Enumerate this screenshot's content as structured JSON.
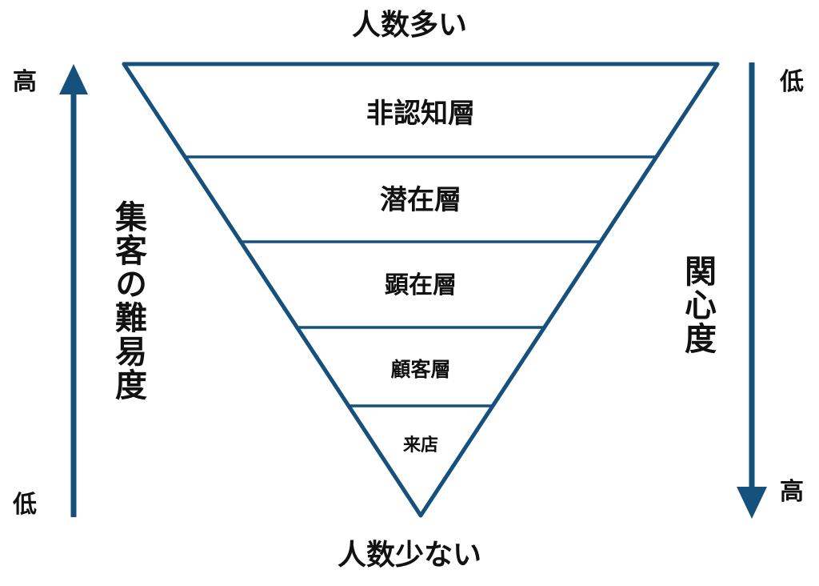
{
  "diagram": {
    "top_label": "人数多い",
    "bottom_label": "人数少ない",
    "layers": [
      {
        "label": "非認知層"
      },
      {
        "label": "潜在層"
      },
      {
        "label": "顕在層"
      },
      {
        "label": "顧客層"
      },
      {
        "label": "来店"
      }
    ],
    "left_axis": {
      "label": "集客の難易度",
      "top": "高",
      "bottom": "低",
      "arrow_direction": "up"
    },
    "right_axis": {
      "label": "関心度",
      "top": "低",
      "bottom": "高",
      "arrow_direction": "down"
    },
    "colors": {
      "accent": "#16507C",
      "text": "#111111",
      "background": "#FFFFFF"
    }
  }
}
